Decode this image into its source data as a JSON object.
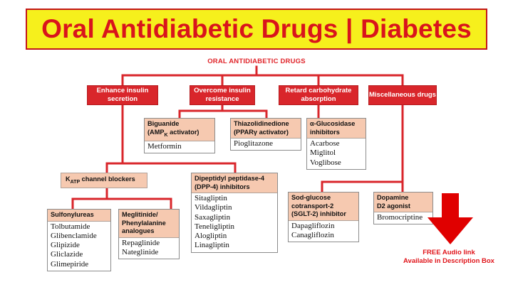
{
  "banner": {
    "title": "Oral Antidiabetic Drugs | Diabetes"
  },
  "root": {
    "title": "ORAL ANTIDIABETIC DRUGS"
  },
  "categories": {
    "enhance": "Enhance insulin secretion",
    "overcome": "Overcome insulin resistance",
    "retard": "Retard carbohydrate absorption",
    "misc": "Miscellaneous drugs"
  },
  "katp": {
    "label_pre": "K",
    "label_sub": "ATP",
    "label_post": " channel blockers"
  },
  "biguanide": {
    "head_line1": "Biguanide",
    "head_line2_pre": "(AMP",
    "head_line2_sub": "K",
    "head_line2_post": " activator)",
    "drugs": [
      "Metformin"
    ]
  },
  "thiazolidinedione": {
    "head_line1": "Thiazolidinedione",
    "head_line2": "(PPARγ activator)",
    "drugs": [
      "Pioglitazone"
    ]
  },
  "alpha_glucosidase": {
    "head_line1": "α-Glucosidase",
    "head_line2": "inhibitors",
    "drugs": [
      "Acarbose",
      "Miglitol",
      "Voglibose"
    ]
  },
  "dpp4": {
    "head_line1": "Dipeptidyl peptidase-4",
    "head_line2": "(DPP-4) inhibitors",
    "drugs": [
      "Sitagliptin",
      "Vildagliptin",
      "Saxagliptin",
      "Teneligliptin",
      "Alogliptin",
      "Linagliptin"
    ]
  },
  "sulfonylureas": {
    "head_line1": "Sulfonylureas",
    "drugs": [
      "Tolbutamide",
      "Glibenclamide",
      "Glipizide",
      "Gliclazide",
      "Glimepiride"
    ]
  },
  "meglitinide": {
    "head_line1": "Meglitinide/",
    "head_line2": "Phenylalanine",
    "head_line3": "analogues",
    "drugs": [
      "Repaglinide",
      "Nateglinide"
    ]
  },
  "sglt2": {
    "head_line1": "Sod-glucose",
    "head_line2": "cotransport-2",
    "head_line3": "(SGLT-2) inhibitor",
    "drugs": [
      "Dapagliflozin",
      "Canagliflozin"
    ]
  },
  "dopamine": {
    "head_line1": "Dopamine",
    "head_line2": "D2 agonist",
    "drugs": [
      "Bromocriptine"
    ]
  },
  "note": {
    "line1": "FREE Audio link",
    "line2": "Available in Description Box"
  },
  "colors": {
    "banner_bg": "#f6f01c",
    "banner_text": "#d9141c",
    "category_bg": "#d9262b",
    "header_bg": "#f6c9b0",
    "line_color": "#d9262b",
    "arrow_color": "#e00000"
  }
}
